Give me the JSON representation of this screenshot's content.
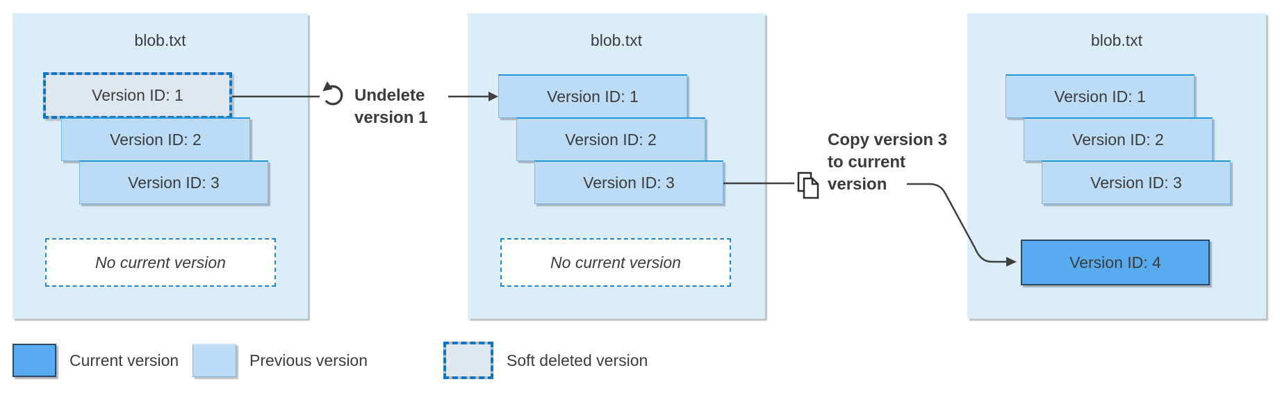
{
  "panels": [
    {
      "title": "blob.txt",
      "versions": [
        {
          "label": "Version ID: 1",
          "state": "soft-deleted"
        },
        {
          "label": "Version ID: 2",
          "state": "previous"
        },
        {
          "label": "Version ID: 3",
          "state": "previous"
        }
      ],
      "no_current_label": "No current version"
    },
    {
      "title": "blob.txt",
      "versions": [
        {
          "label": "Version ID: 1",
          "state": "previous"
        },
        {
          "label": "Version ID: 2",
          "state": "previous"
        },
        {
          "label": "Version ID: 3",
          "state": "previous"
        }
      ],
      "no_current_label": "No current version"
    },
    {
      "title": "blob.txt",
      "versions": [
        {
          "label": "Version ID: 1",
          "state": "previous"
        },
        {
          "label": "Version ID: 2",
          "state": "previous"
        },
        {
          "label": "Version ID: 3",
          "state": "previous"
        }
      ],
      "current_version": {
        "label": "Version ID: 4",
        "state": "current"
      }
    }
  ],
  "annotations": {
    "undelete": {
      "icon": "undo-icon",
      "label": "Undelete version 1"
    },
    "copy": {
      "icon": "copy-icon",
      "label": "Copy version 3 to current version"
    }
  },
  "legend": [
    {
      "swatch": "current",
      "label": "Current version"
    },
    {
      "swatch": "previous",
      "label": "Previous version"
    },
    {
      "swatch": "soft-deleted",
      "label": "Soft deleted version"
    }
  ],
  "colors": {
    "panel_bg": "#DBEDF9",
    "previous_fill": "#BCDCF6",
    "previous_border_top": "#1E96DC",
    "current_fill": "#58ABEE",
    "current_border": "#2C4866",
    "soft_deleted_fill": "#DFE8F0",
    "soft_deleted_dash": "#0E74C6",
    "soft_deleted_dash_gap": "#B4BAC1",
    "no_current_border": "#1C86D8",
    "connector": "#3F3F3F",
    "text": "#3B3B3B"
  }
}
